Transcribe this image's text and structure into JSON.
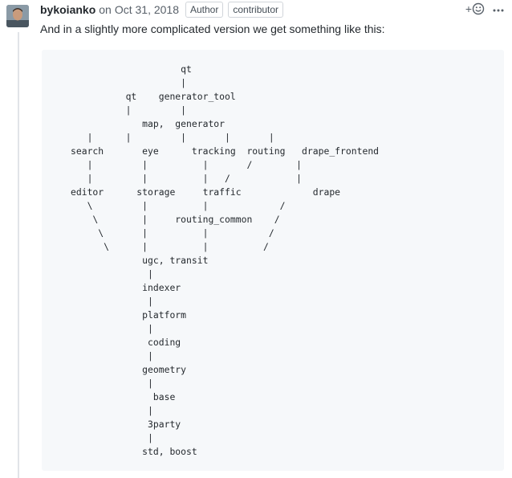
{
  "comment": {
    "author": "bykoianko",
    "on_text": "on",
    "date": "Oct 31, 2018",
    "badges": [
      "Author",
      "contributor"
    ],
    "reaction_icon": "smiley-icon",
    "reaction_plus": "+",
    "more_icon": "kebab-horizontal-icon",
    "body": "And in a slightly more complicated version we get something like this:",
    "code": "                    qt\n                    |\n          qt    generator_tool\n          |         |\n             map,  generator\n   |      |         |       |       |\nsearch       eye      tracking  routing   drape_frontend\n   |         |          |       /        |\n   |         |          |   /            |\neditor      storage     traffic             drape\n   \\         |          |             /\n    \\        |     routing_common    /\n     \\       |          |           /\n      \\      |          |          /\n             ugc, transit\n              |\n             indexer\n              |\n             platform\n              |\n              coding\n              |\n             geometry\n              |\n               base\n              |\n              3party\n              |\n             std, boost"
  }
}
